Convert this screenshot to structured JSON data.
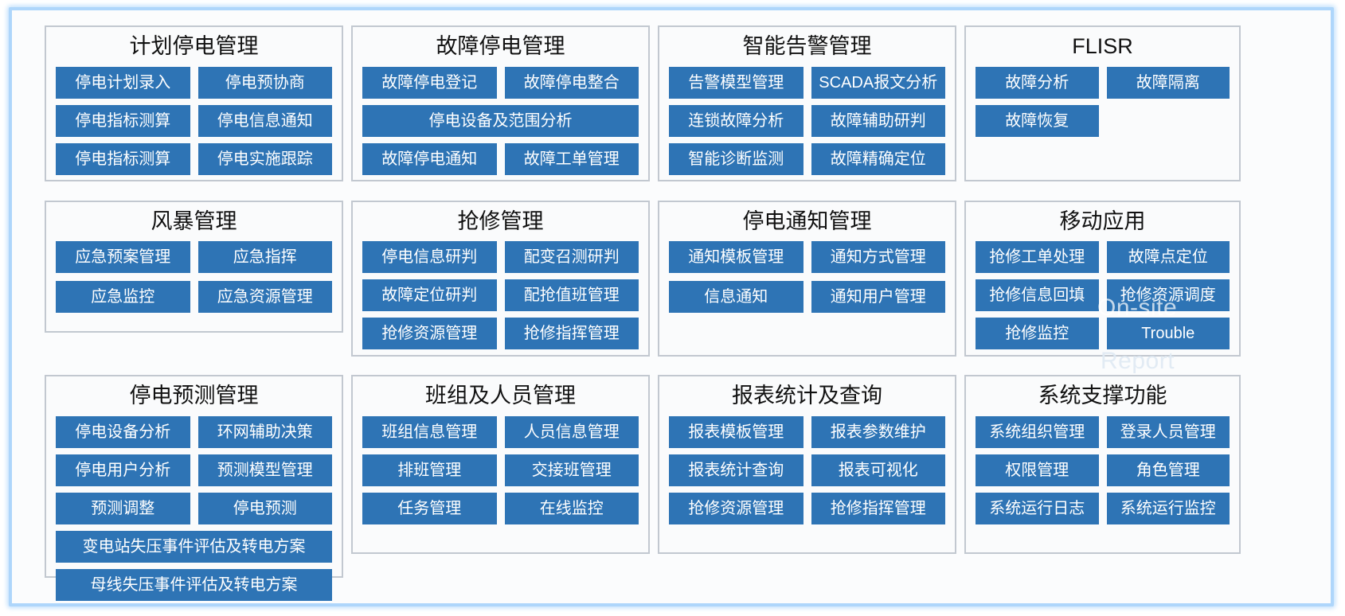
{
  "frame": {
    "accent_color": "#aed6fb",
    "button_color": "#2E74B5",
    "panel_border": "#c2c8d0"
  },
  "overlay": {
    "on_site": "On-site",
    "trouble": "Trouble",
    "report": "Report"
  },
  "panels": [
    {
      "id": "planned-outage-management",
      "title": "计划停电管理",
      "rows": [
        [
          "停电计划录入",
          "停电预协商"
        ],
        [
          "停电指标测算",
          "停电信息通知"
        ],
        [
          "停电指标测算",
          "停电实施跟踪"
        ]
      ]
    },
    {
      "id": "fault-outage-management",
      "title": "故障停电管理",
      "rows": [
        [
          "故障停电登记",
          "故障停电整合"
        ],
        [
          "停电设备及范围分析"
        ],
        [
          "故障停电通知",
          "故障工单管理"
        ]
      ]
    },
    {
      "id": "intelligent-alarm-management",
      "title": "智能告警管理",
      "rows": [
        [
          "告警模型管理",
          "SCADA报文分析"
        ],
        [
          "连锁故障分析",
          "故障辅助研判"
        ],
        [
          "智能诊断监测",
          "故障精确定位"
        ]
      ]
    },
    {
      "id": "flisr",
      "title": "FLISR",
      "rows": [
        [
          "故障分析",
          "故障隔离"
        ],
        [
          "故障恢复"
        ]
      ]
    },
    {
      "id": "storm-management",
      "title": "风暴管理",
      "rows": [
        [
          "应急预案管理",
          "应急指挥"
        ],
        [
          "应急监控",
          "应急资源管理"
        ]
      ]
    },
    {
      "id": "emergency-repair-management",
      "title": "抢修管理",
      "rows": [
        [
          "停电信息研判",
          "配变召测研判"
        ],
        [
          "故障定位研判",
          "配抢值班管理"
        ],
        [
          "抢修资源管理",
          "抢修指挥管理"
        ]
      ]
    },
    {
      "id": "outage-notification-management",
      "title": "停电通知管理",
      "rows": [
        [
          "通知模板管理",
          "通知方式管理"
        ],
        [
          "信息通知",
          "通知用户管理"
        ]
      ]
    },
    {
      "id": "mobile-application",
      "title": "移动应用",
      "rows": [
        [
          "抢修工单处理",
          "故障点定位"
        ],
        [
          "抢修信息回填",
          "抢修资源调度"
        ],
        [
          "抢修监控",
          "Trouble"
        ]
      ]
    },
    {
      "id": "outage-forecast-management",
      "title": "停电预测管理",
      "rows": [
        [
          "停电设备分析",
          "环网辅助决策"
        ],
        [
          "停电用户分析",
          "预测模型管理"
        ],
        [
          "预测调整",
          "停电预测"
        ],
        [
          "变电站失压事件评估及转电方案"
        ],
        [
          "母线失压事件评估及转电方案"
        ]
      ]
    },
    {
      "id": "team-and-personnel-management",
      "title": "班组及人员管理",
      "rows": [
        [
          "班组信息管理",
          "人员信息管理"
        ],
        [
          "排班管理",
          "交接班管理"
        ],
        [
          "任务管理",
          "在线监控"
        ]
      ]
    },
    {
      "id": "report-statistics-and-query",
      "title": "报表统计及查询",
      "rows": [
        [
          "报表模板管理",
          "报表参数维护"
        ],
        [
          "报表统计查询",
          "报表可视化"
        ],
        [
          "抢修资源管理",
          "抢修指挥管理"
        ]
      ]
    },
    {
      "id": "system-support-functions",
      "title": "系统支撑功能",
      "rows": [
        [
          "系统组织管理",
          "登录人员管理"
        ],
        [
          "权限管理",
          "角色管理"
        ],
        [
          "系统运行日志",
          "系统运行监控"
        ]
      ]
    }
  ]
}
